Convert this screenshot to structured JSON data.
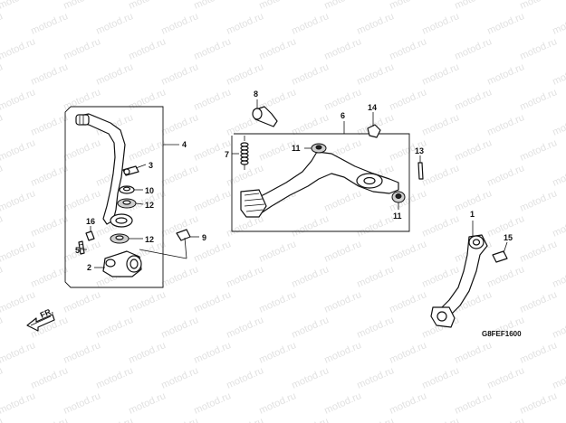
{
  "watermark": "motod.ru",
  "diagram_code": "G8FEF1600",
  "front_indicator": "FR.",
  "callouts": {
    "c1": "1",
    "c2": "2",
    "c3": "3",
    "c4": "4",
    "c5": "5",
    "c6": "6",
    "c7": "7",
    "c8": "8",
    "c9": "9",
    "c10": "10",
    "c11a": "11",
    "c11b": "11",
    "c12a": "12",
    "c12b": "12",
    "c13": "13",
    "c14": "14",
    "c15": "15",
    "c16": "16"
  }
}
